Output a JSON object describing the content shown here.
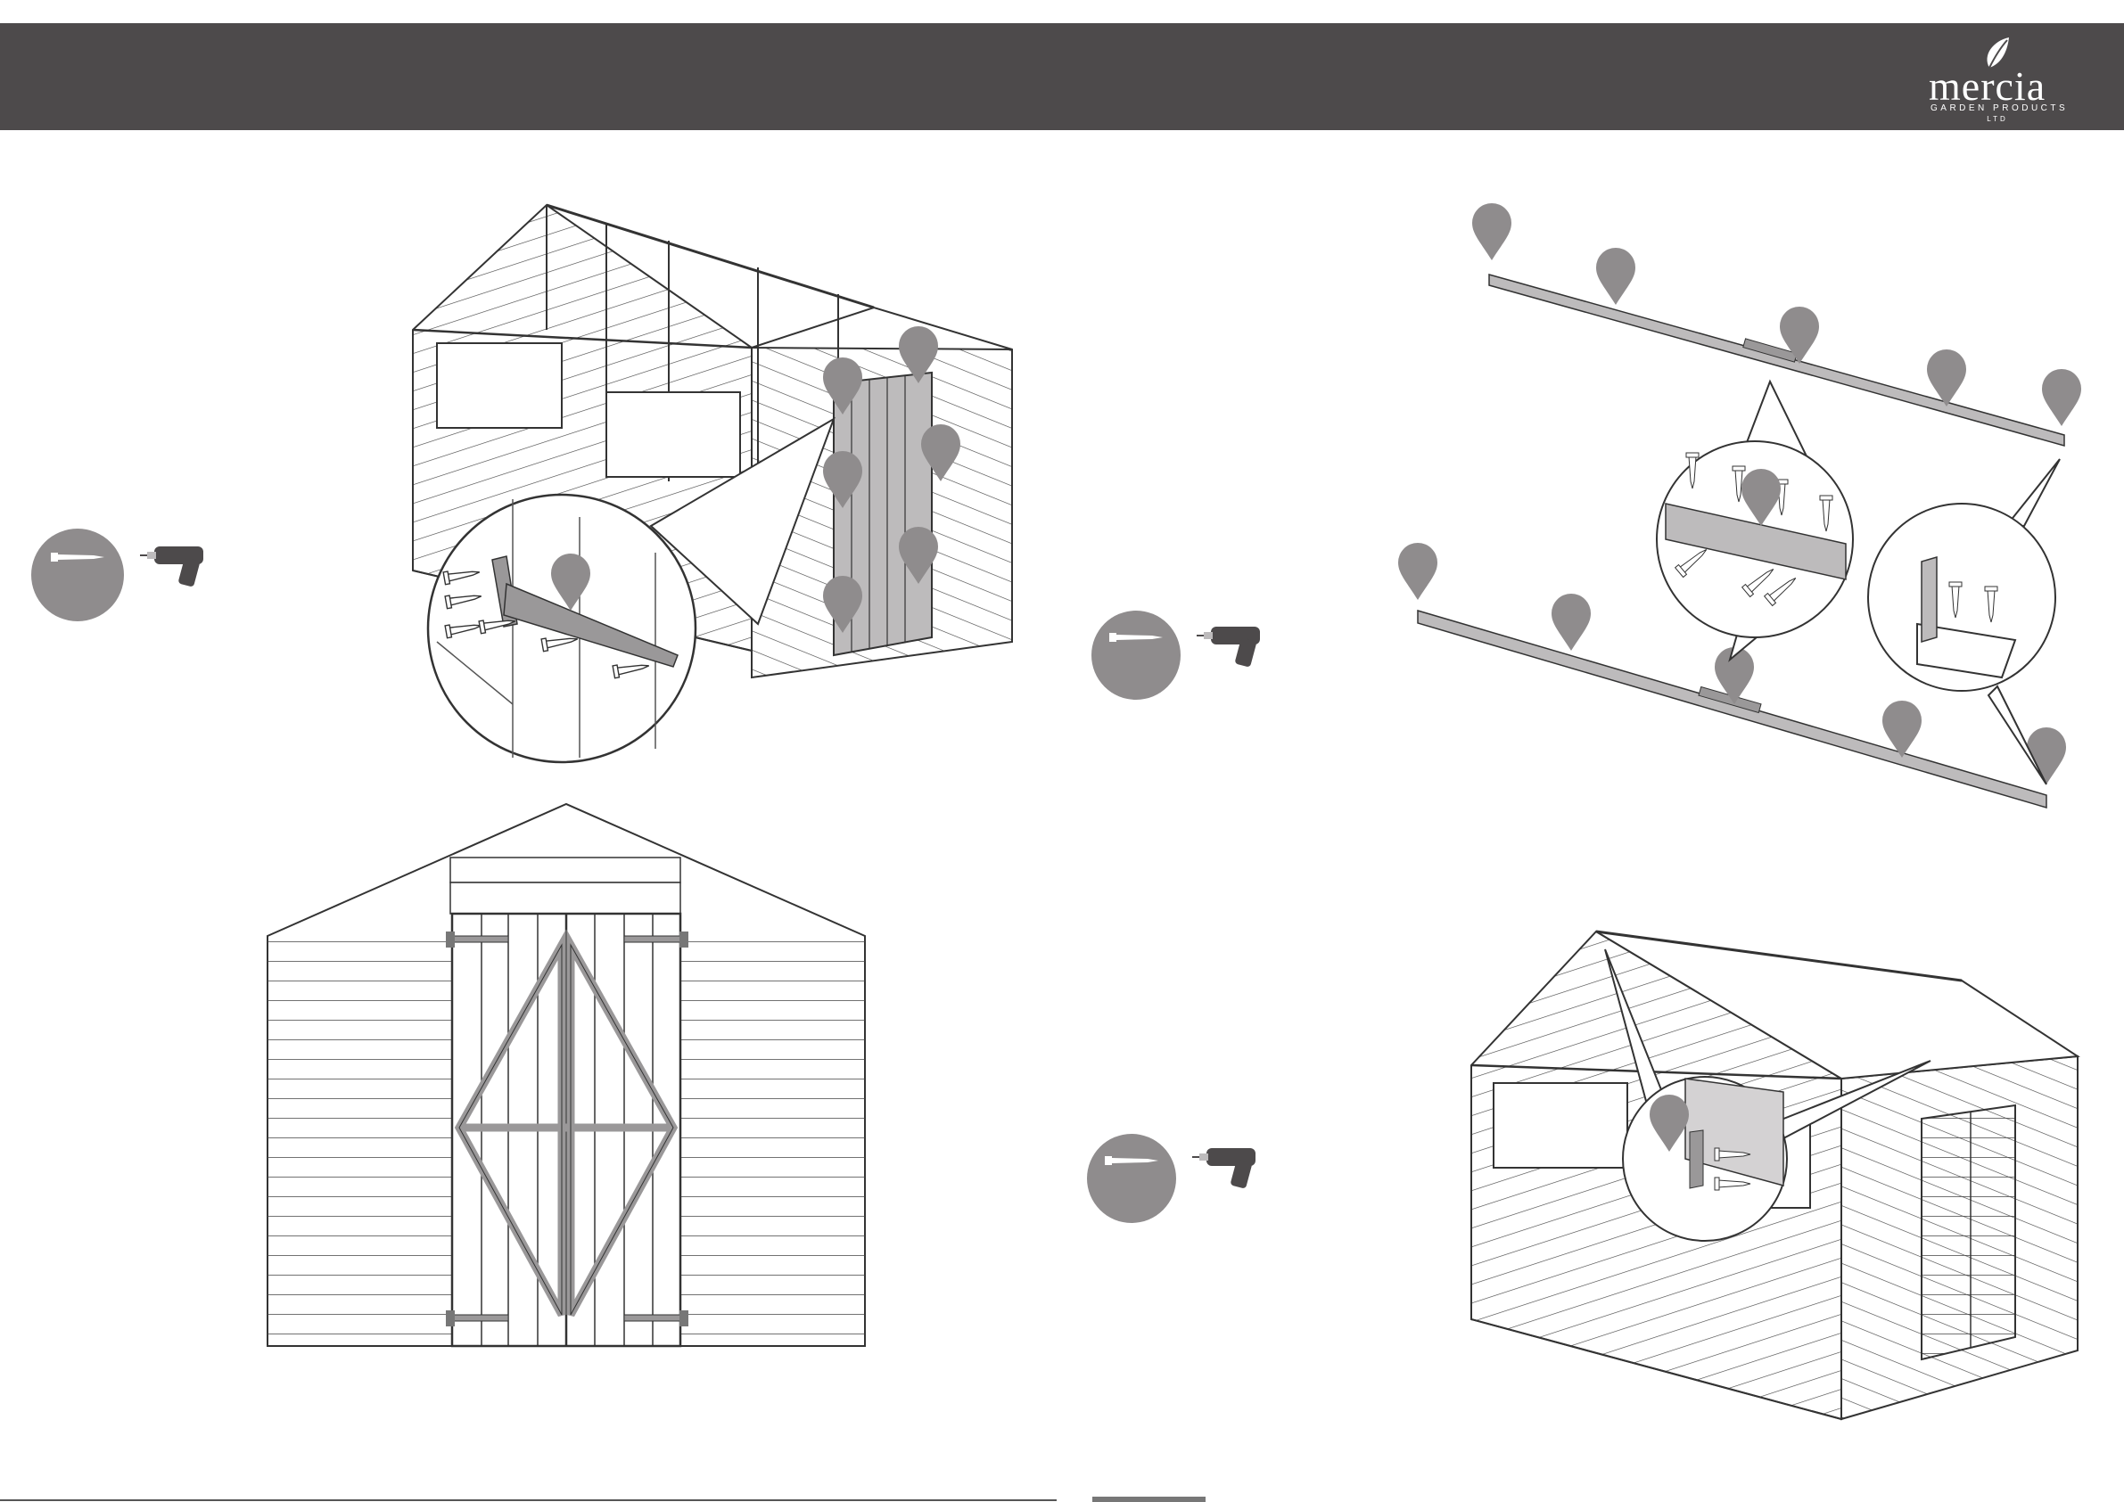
{
  "brand": {
    "logo_word": "mercia",
    "logo_line1": "GARDEN PRODUCTS",
    "logo_line2": "LTD"
  },
  "colors": {
    "header": "#4d4a4b",
    "marker": "#8f8c8d",
    "line": "#3a3a3a",
    "board": "#bdbbbc"
  },
  "icons": {
    "screw": "screw-icon",
    "drill": "drill-icon",
    "marker": "map-pin-icon"
  }
}
